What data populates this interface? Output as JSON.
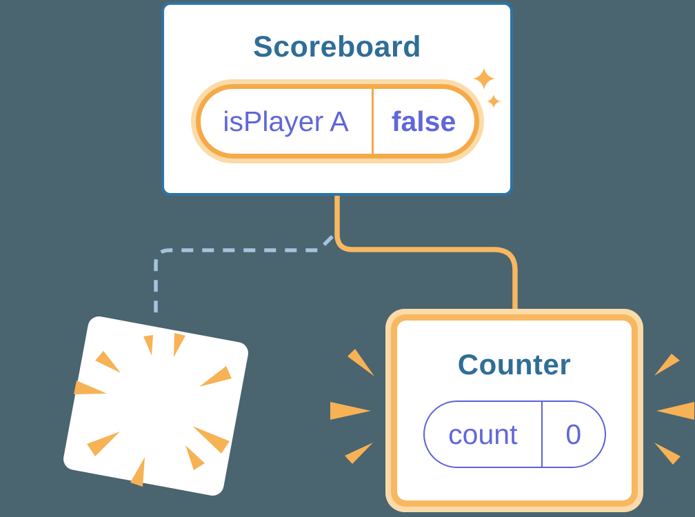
{
  "theme": {
    "bg": "#4A6470",
    "card_bg": "#FFFFFF",
    "blue_border": "#2E74A6",
    "title_blue": "#2F6E96",
    "purple": "#6067D8",
    "purple_border": "#5B62D8",
    "orange": "#F5AA49",
    "orange_glow": "#FBDBA8",
    "orange_divider": "#F0A84C",
    "connector_orange": "#F8B761",
    "dash_blue": "#A6C3DC",
    "accent_orange": "#F6B254"
  },
  "scoreboard": {
    "title": "Scoreboard",
    "state_key": "isPlayer A",
    "state_value": "false"
  },
  "counter": {
    "title": "Counter",
    "state_key": "count",
    "state_value": "0"
  },
  "icons": {
    "sparkles": "sparkles-icon",
    "burst": "poof-burst-icon",
    "emphasis_left": "emphasis-rays-left-icon",
    "emphasis_right": "emphasis-rays-right-icon"
  }
}
